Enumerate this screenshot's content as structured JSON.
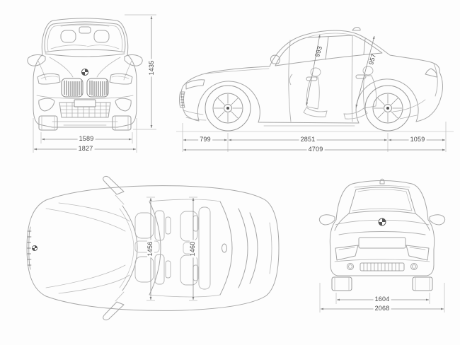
{
  "diagram": {
    "subject": "sedan-technical-drawing",
    "brand_icon": "bmw-roundel-icon",
    "colors": {
      "background": "#fdfdfd",
      "car_line": "#a6a6a6",
      "detail_line": "#b9b9b9",
      "dark_accent": "#5f5f5f",
      "dimension_line": "#8f8f8f",
      "text": "#474747"
    }
  },
  "dims": {
    "front": {
      "height": "1435",
      "track": "1589",
      "width": "1827"
    },
    "side": {
      "front_overhang": "799",
      "wheelbase": "2851",
      "rear_overhang": "1059",
      "length": "4709",
      "headroom_front": "993",
      "headroom_rear": "957"
    },
    "top": {
      "cabin_width_front": "1456",
      "cabin_width_rear": "1460"
    },
    "rear": {
      "track": "1604",
      "width_incl_mirrors": "2068"
    }
  }
}
